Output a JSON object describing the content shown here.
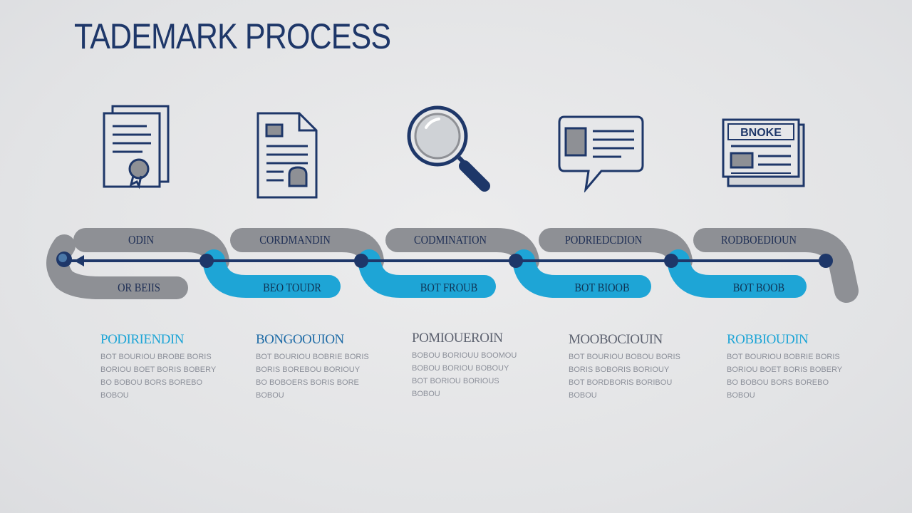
{
  "title": "TADEMARK PROCESS",
  "colors": {
    "navy": "#1e3769",
    "blue": "#1ea5d6",
    "gray": "#8e9095",
    "background": "#e3e4e6"
  },
  "steps": [
    {
      "icon": "certificate-document-icon",
      "top_label": "ODIN",
      "bottom_label": "OR BEIIS",
      "heading": "PODIRIENDIN",
      "lines": [
        "BOT BOURIOU BROBE BORIS",
        "BORIOU BOET BORIS BOBERY",
        "BO BOBOU BORS BOREBO",
        "BOBOU"
      ]
    },
    {
      "icon": "document-form-icon",
      "top_label": "CORDMANDIN",
      "bottom_label": "BEO TOUDR",
      "heading": "BONGOOUION",
      "lines": [
        "BOT BOURIOU BOBRIE BORIS",
        "BORIS BOREBOU BORIOUY",
        "BO BOBOERS BORIS BORE",
        "BOBOU"
      ]
    },
    {
      "icon": "magnifier-icon",
      "top_label": "CODMINATION",
      "bottom_label": "BOT FROUB",
      "heading": "POMIOUEROIN",
      "lines": [
        "BOBOU BORIOUU BOOMOU",
        "BOBOU BORIOU BOBOUY",
        "BOT BORIOU BORIOUS",
        "BOBOU"
      ]
    },
    {
      "icon": "speech-bubble-icon",
      "top_label": "PODRIEDCDION",
      "bottom_label": "BOT BIOOB",
      "heading": "MOOBOCIOUIN",
      "lines": [
        "BOT BOURIOU BOBOU BORIS",
        "BORIS BOBORIS BORIOUY",
        "BOT BORDBORIS BORIBOU",
        "BOBOU"
      ]
    },
    {
      "icon": "newspaper-icon",
      "top_label": "RODBOEDIOUN",
      "bottom_label": "BOT BOOB",
      "heading": "ROBBIOUDIN",
      "lines": [
        "BOT BOURIOU BOBRIE BORIS",
        "BORIOU BOET BORIS BOBERY",
        "BO BOBOU BORS BOREBO",
        "BOBOU"
      ]
    }
  ],
  "newspaper_heading": "BNOKE"
}
